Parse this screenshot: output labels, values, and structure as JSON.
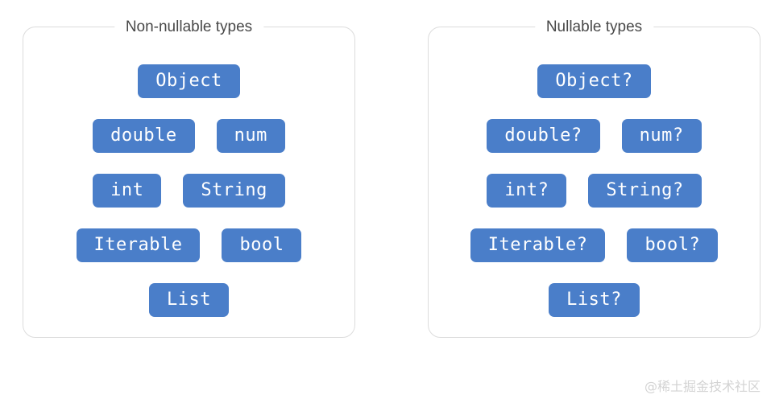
{
  "colors": {
    "background": "#ffffff",
    "chip_fill": "#4a7ec9",
    "chip_text": "#ffffff",
    "panel_border": "#dcdcdc",
    "title_text": "#484848",
    "watermark_text": "#d3d3d3"
  },
  "panels": [
    {
      "id": "non-nullable",
      "title": "Non-nullable types",
      "rows": [
        {
          "chips": [
            {
              "label": "Object"
            }
          ]
        },
        {
          "chips": [
            {
              "label": "double"
            },
            {
              "label": "num"
            }
          ]
        },
        {
          "chips": [
            {
              "label": "int"
            },
            {
              "label": "String"
            }
          ]
        },
        {
          "chips": [
            {
              "label": "Iterable"
            },
            {
              "label": "bool"
            }
          ]
        },
        {
          "chips": [
            {
              "label": "List"
            }
          ]
        }
      ]
    },
    {
      "id": "nullable",
      "title": "Nullable types",
      "rows": [
        {
          "chips": [
            {
              "label": "Object?"
            }
          ]
        },
        {
          "chips": [
            {
              "label": "double?"
            },
            {
              "label": "num?"
            }
          ]
        },
        {
          "chips": [
            {
              "label": "int?"
            },
            {
              "label": "String?"
            }
          ]
        },
        {
          "chips": [
            {
              "label": "Iterable?"
            },
            {
              "label": "bool?"
            }
          ]
        },
        {
          "chips": [
            {
              "label": "List?"
            }
          ]
        }
      ]
    }
  ],
  "watermark": {
    "text": "@稀土掘金技术社区"
  }
}
